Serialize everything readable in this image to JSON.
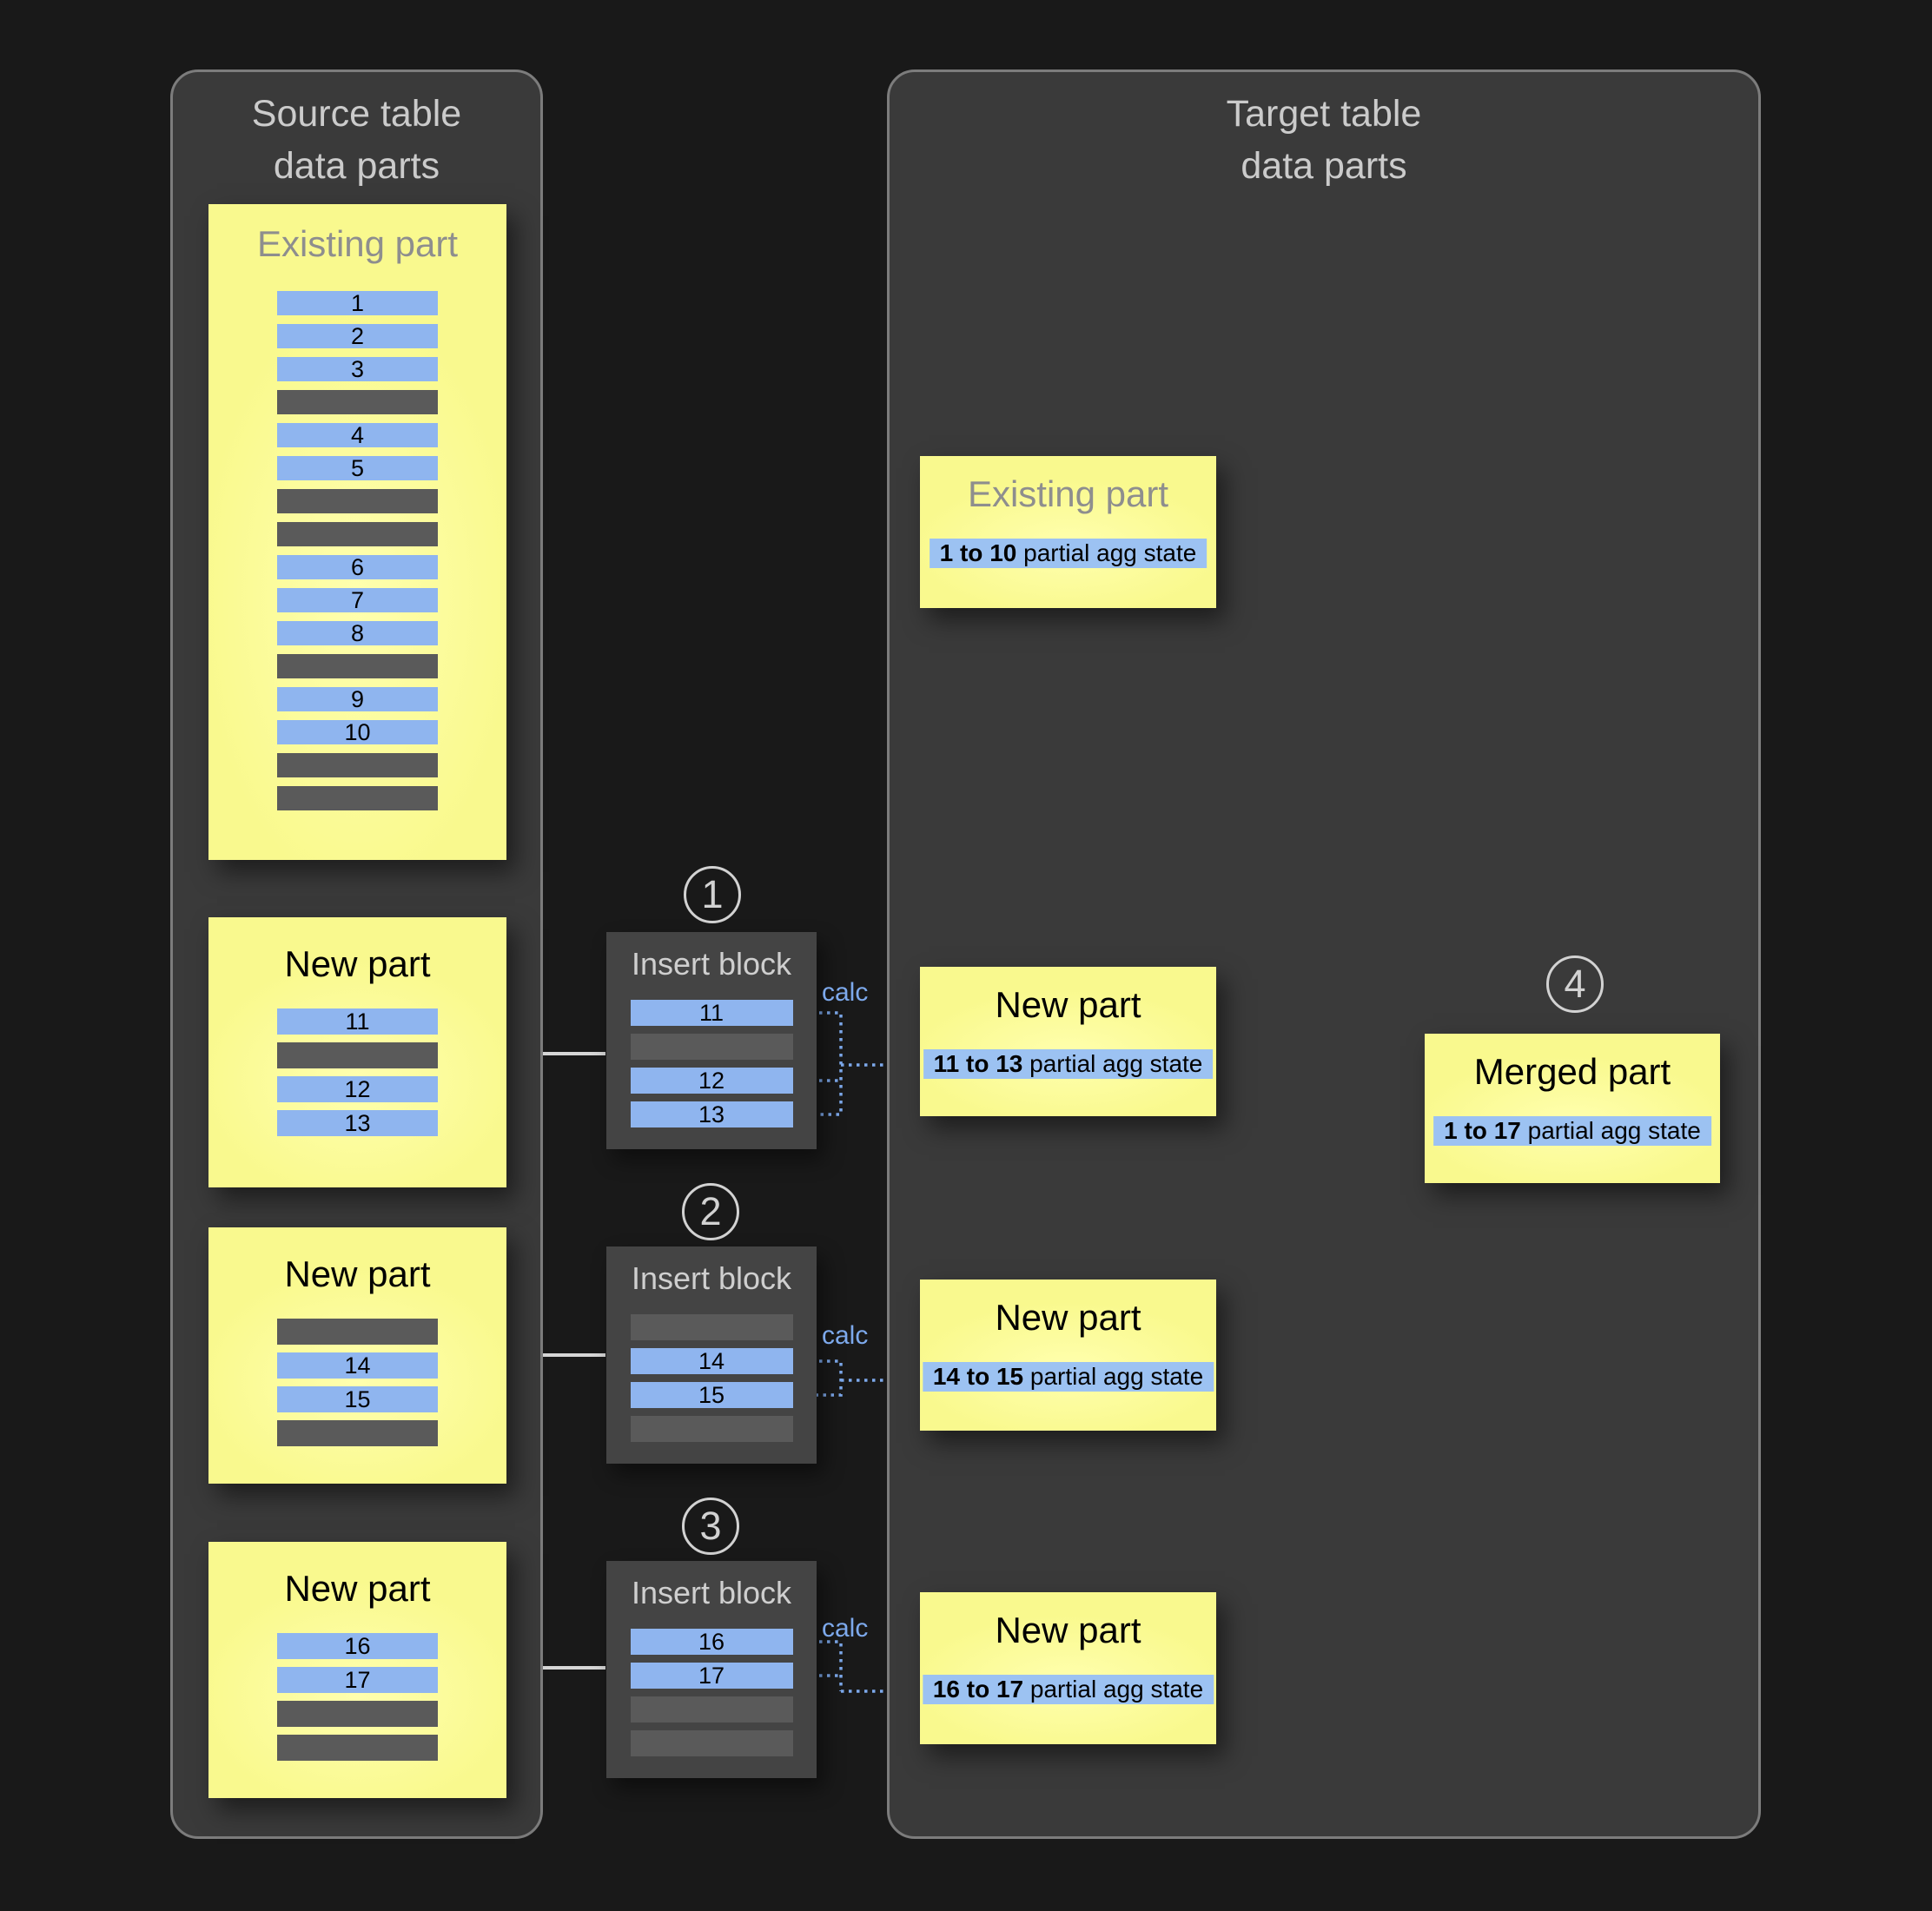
{
  "source_panel": {
    "title_line1": "Source table",
    "title_line2": "data parts",
    "existing_part": {
      "title": "Existing part",
      "rows": [
        {
          "type": "data",
          "label": "1"
        },
        {
          "type": "data",
          "label": "2"
        },
        {
          "type": "data",
          "label": "3"
        },
        {
          "type": "empty",
          "label": ""
        },
        {
          "type": "data",
          "label": "4"
        },
        {
          "type": "data",
          "label": "5"
        },
        {
          "type": "empty",
          "label": ""
        },
        {
          "type": "empty",
          "label": ""
        },
        {
          "type": "data",
          "label": "6"
        },
        {
          "type": "data",
          "label": "7"
        },
        {
          "type": "data",
          "label": "8"
        },
        {
          "type": "empty",
          "label": ""
        },
        {
          "type": "data",
          "label": "9"
        },
        {
          "type": "data",
          "label": "10"
        },
        {
          "type": "empty",
          "label": ""
        },
        {
          "type": "empty",
          "label": ""
        }
      ]
    },
    "new_parts": [
      {
        "title": "New part",
        "rows": [
          {
            "type": "data",
            "label": "11"
          },
          {
            "type": "empty",
            "label": ""
          },
          {
            "type": "data",
            "label": "12"
          },
          {
            "type": "data",
            "label": "13"
          }
        ]
      },
      {
        "title": "New part",
        "rows": [
          {
            "type": "empty",
            "label": ""
          },
          {
            "type": "data",
            "label": "14"
          },
          {
            "type": "data",
            "label": "15"
          },
          {
            "type": "empty",
            "label": ""
          }
        ]
      },
      {
        "title": "New part",
        "rows": [
          {
            "type": "data",
            "label": "16"
          },
          {
            "type": "data",
            "label": "17"
          },
          {
            "type": "empty",
            "label": ""
          },
          {
            "type": "empty",
            "label": ""
          }
        ]
      }
    ]
  },
  "insert_blocks": [
    {
      "step": "1",
      "title": "Insert block",
      "calc_label": "calc",
      "rows": [
        {
          "type": "data",
          "label": "11"
        },
        {
          "type": "empty",
          "label": ""
        },
        {
          "type": "data",
          "label": "12"
        },
        {
          "type": "data",
          "label": "13"
        }
      ]
    },
    {
      "step": "2",
      "title": "Insert block",
      "calc_label": "calc",
      "rows": [
        {
          "type": "empty",
          "label": ""
        },
        {
          "type": "data",
          "label": "14"
        },
        {
          "type": "data",
          "label": "15"
        },
        {
          "type": "empty",
          "label": ""
        }
      ]
    },
    {
      "step": "3",
      "title": "Insert block",
      "calc_label": "calc",
      "rows": [
        {
          "type": "data",
          "label": "16"
        },
        {
          "type": "data",
          "label": "17"
        },
        {
          "type": "empty",
          "label": ""
        },
        {
          "type": "empty",
          "label": ""
        }
      ]
    }
  ],
  "target_panel": {
    "title_line1": "Target table",
    "title_line2": "data parts",
    "existing_part": {
      "title": "Existing part",
      "agg_range": "1 to 10",
      "agg_suffix": " partial agg state"
    },
    "new_parts": [
      {
        "title": "New part",
        "agg_range": "11 to 13",
        "agg_suffix": " partial agg state"
      },
      {
        "title": "New part",
        "agg_range": "14 to 15",
        "agg_suffix": " partial agg state"
      },
      {
        "title": "New part",
        "agg_range": "16 to 17",
        "agg_suffix": " partial agg state"
      }
    ],
    "merged_part": {
      "step": "4",
      "title": "Merged part",
      "agg_range": "1 to 17",
      "agg_suffix": " partial agg state"
    }
  },
  "colors": {
    "background": "#191919",
    "panel_fill": "#3a3a3a",
    "panel_border": "#7c7c7c",
    "part_yellow": "#f9f98e",
    "data_row_blue": "#8fb5ef",
    "empty_row_gray": "#5a5a5a",
    "agg_chip_blue": "#9cc2f2",
    "calc_blue": "#7da9ec",
    "arrow_light": "#d6d6d6",
    "arrow_gray": "#9a9a9a"
  }
}
